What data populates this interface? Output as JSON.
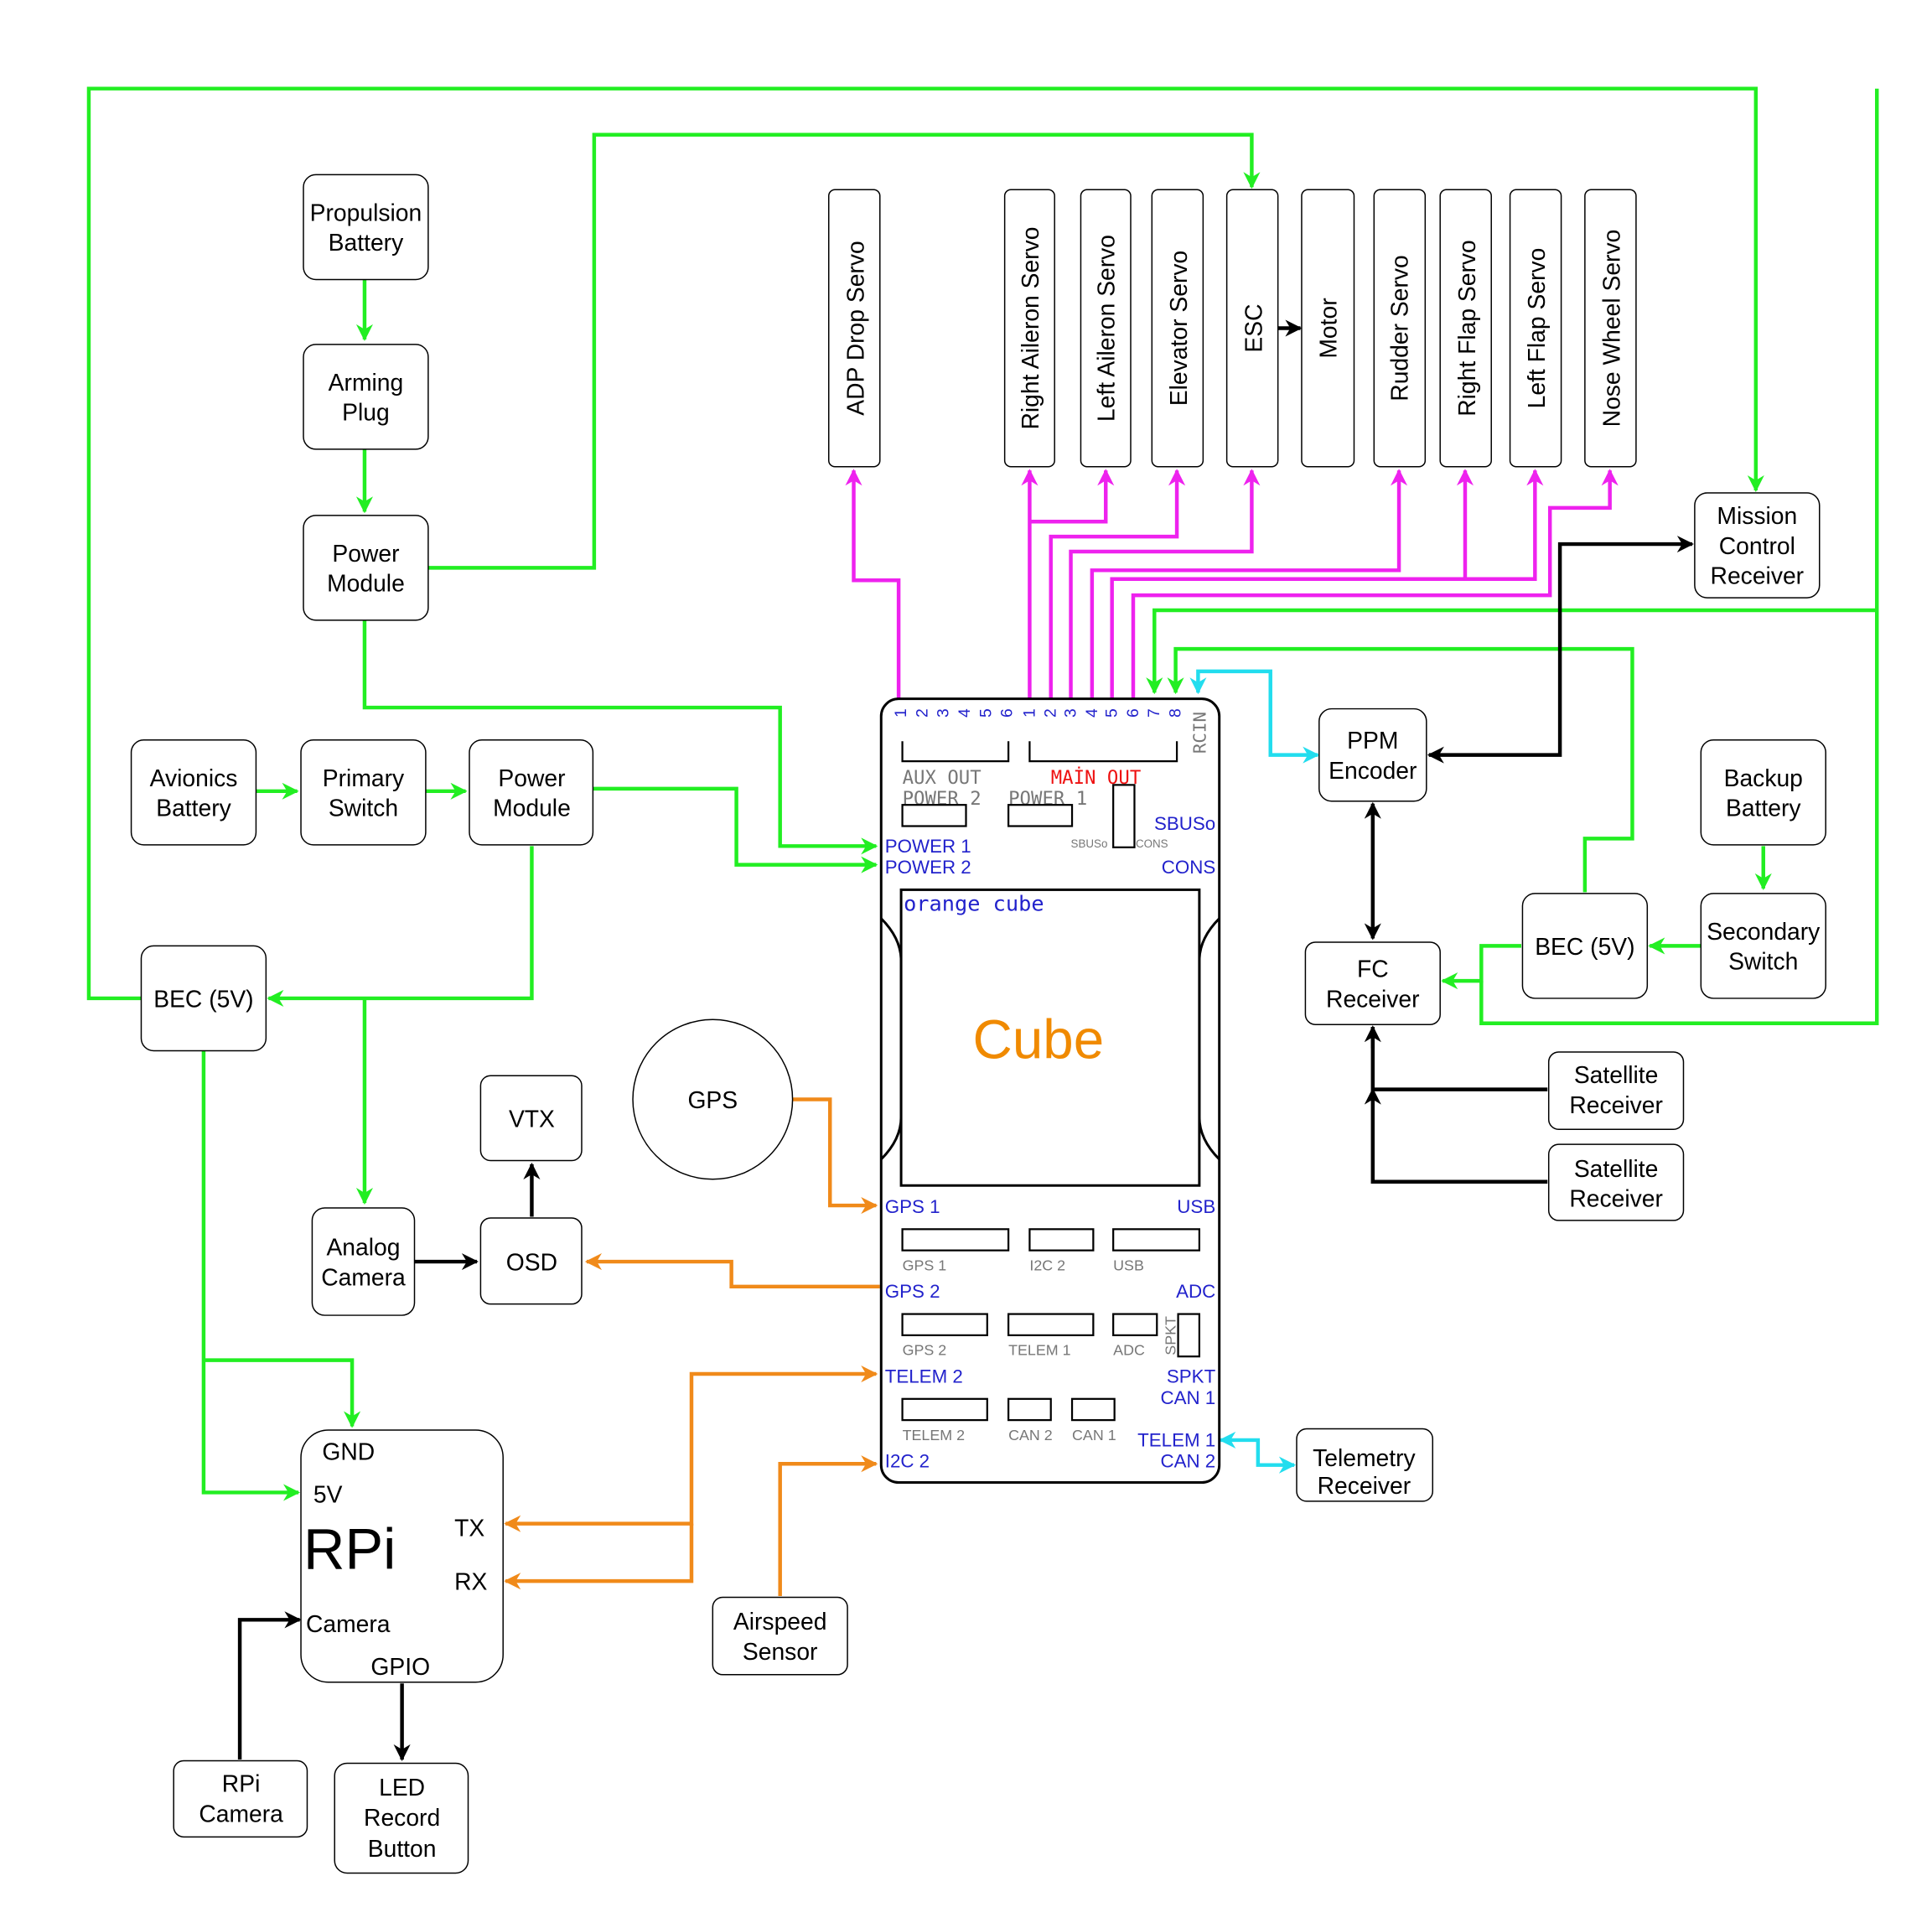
{
  "colors": {
    "power": "#22ee22",
    "signal": "#ee22ee",
    "serial": "#f08a1a",
    "ppm": "#22ddee",
    "data": "#000000",
    "port_label": "#2222cc",
    "main_out": "#ee1111",
    "cube_text": "#f08a00",
    "gray_text": "#777777"
  },
  "boxes": {
    "propulsion_battery": [
      "Propulsion",
      "Battery"
    ],
    "arming_plug": [
      "Arming",
      "Plug"
    ],
    "power_module_1": [
      "Power",
      "Module"
    ],
    "avionics_battery": [
      "Avionics",
      "Battery"
    ],
    "primary_switch": [
      "Primary",
      "Switch"
    ],
    "power_module_2": [
      "Power",
      "Module"
    ],
    "bec_left": "BEC (5V)",
    "gps": "GPS",
    "vtx": "VTX",
    "analog_camera": [
      "Analog",
      "Camera"
    ],
    "osd": "OSD",
    "airspeed_sensor": [
      "Airspeed",
      "Sensor"
    ],
    "rpi_camera": [
      "RPi",
      "Camera"
    ],
    "led_record_button": [
      "LED",
      "Record",
      "Button"
    ],
    "mission_control_receiver": [
      "Mission",
      "Control",
      "Receiver"
    ],
    "ppm_encoder": [
      "PPM",
      "Encoder"
    ],
    "fc_receiver": [
      "FC",
      "Receiver"
    ],
    "bec_right": "BEC (5V)",
    "backup_battery": [
      "Backup",
      "Battery"
    ],
    "secondary_switch": [
      "Secondary",
      "Switch"
    ],
    "satellite_receiver_1": [
      "Satellite",
      "Receiver"
    ],
    "satellite_receiver_2": [
      "Satellite",
      "Receiver"
    ],
    "telemetry_receiver": [
      "Telemetry",
      "Receiver"
    ]
  },
  "servos": [
    "ADP Drop Servo",
    "Right Aileron Servo",
    "Left Aileron Servo",
    "Elevator Servo",
    "ESC",
    "Motor",
    "Rudder Servo",
    "Right Flap Servo",
    "Left Flap Servo",
    "Nose Wheel Servo"
  ],
  "rpi": {
    "title": "RPi",
    "gnd": "GND",
    "v5": "5V",
    "tx": "TX",
    "rx": "RX",
    "camera": "Camera",
    "gpio": "GPIO"
  },
  "cube": {
    "title": "Cube",
    "subtitle": "orange cube",
    "aux_pins": [
      "1",
      "2",
      "3",
      "4",
      "5",
      "6"
    ],
    "main_pins": [
      "1",
      "2",
      "3",
      "4",
      "5",
      "6",
      "7",
      "8"
    ],
    "rcin": "RCIN",
    "aux_out": "AUX OUT",
    "main_out": "MAİN OUT",
    "power2_gray": "POWER 2",
    "power1_gray": "POWER 1",
    "sbuso": "SBUSo",
    "sbuso_small": "SBUSo",
    "cons_small": "CONS",
    "power1": "POWER 1",
    "power2": "POWER 2",
    "cons": "CONS",
    "gps1": "GPS 1",
    "usb": "USB",
    "gps1_small": "GPS 1",
    "i2c2_small": "I2C 2",
    "usb_small": "USB",
    "gps2": "GPS 2",
    "adc": "ADC",
    "gps2_small": "GPS 2",
    "telem1_small": "TELEM 1",
    "adc_small": "ADC",
    "spkt_small": "SPKT",
    "telem2": "TELEM 2",
    "spkt": "SPKT",
    "can1": "CAN 1",
    "telem2_small": "TELEM 2",
    "can2_small": "CAN 2",
    "can1_small": "CAN 1",
    "telem1": "TELEM 1",
    "can2": "CAN 2",
    "i2c2": "I2C 2"
  }
}
